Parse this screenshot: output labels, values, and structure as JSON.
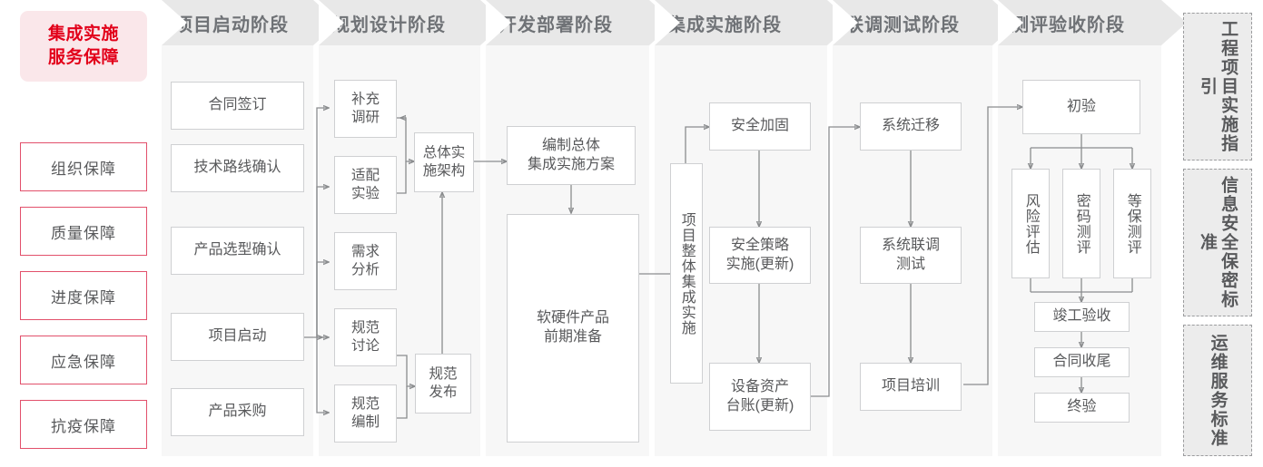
{
  "colors": {
    "accent_red": "#e2001a",
    "accent_pink_bg": "#fae7ea",
    "rail_border": "#e2506b",
    "phase_header_bg": "#e8e8e8",
    "phase_body_bg": "#f7f7f7",
    "node_border": "#cfd0d2",
    "text_gray": "#58595b",
    "connector": "#8a8c8e"
  },
  "left_rail": {
    "title": "集成实施\n服务保障",
    "title_line1": "集成实施",
    "title_line2": "服务保障",
    "items": [
      {
        "label": "组织保障"
      },
      {
        "label": "质量保障"
      },
      {
        "label": "进度保障"
      },
      {
        "label": "应急保障"
      },
      {
        "label": "抗疫保障"
      }
    ]
  },
  "phases": [
    {
      "id": "phase-1",
      "title": "项目启动阶段",
      "nodes": [
        {
          "id": "n-hetong-qianding",
          "label": "合同签订"
        },
        {
          "id": "n-jishu-luxian",
          "label": "技术路线确认"
        },
        {
          "id": "n-chanpin-xuanxing",
          "label": "产品选型确认"
        },
        {
          "id": "n-xiangmu-qidong",
          "label": "项目启动"
        },
        {
          "id": "n-chanpin-caigou",
          "label": "产品采购"
        }
      ]
    },
    {
      "id": "phase-2",
      "title": "规划设计阶段",
      "nodes": [
        {
          "id": "n-buchong-diaoyan",
          "label": "补充\n调研",
          "line1": "补充",
          "line2": "调研"
        },
        {
          "id": "n-shipei-shiyan",
          "label": "适配\n实验",
          "line1": "适配",
          "line2": "实验"
        },
        {
          "id": "n-xuqiu-fenxi",
          "label": "需求\n分析",
          "line1": "需求",
          "line2": "分析"
        },
        {
          "id": "n-guifan-taolun",
          "label": "规范\n讨论",
          "line1": "规范",
          "line2": "讨论"
        },
        {
          "id": "n-guifan-bianzhi",
          "label": "规范\n编制",
          "line1": "规范",
          "line2": "编制"
        },
        {
          "id": "n-zongti-shishi-jiagou",
          "label": "总体实\n施架构",
          "line1": "总体实",
          "line2": "施架构"
        },
        {
          "id": "n-guifan-fabu",
          "label": "规范\n发布",
          "line1": "规范",
          "line2": "发布"
        }
      ]
    },
    {
      "id": "phase-3",
      "title": "开发部署阶段",
      "nodes": [
        {
          "id": "n-bianzhi-zongti-fangan",
          "label": "编制总体\n集成实施方案",
          "line1": "编制总体",
          "line2": "集成实施方案"
        },
        {
          "id": "n-ruanyingjian-zhunbei",
          "label": "软硬件产品\n前期准备",
          "line1": "软硬件产品",
          "line2": "前期准备"
        }
      ]
    },
    {
      "id": "phase-4",
      "title": "集成实施阶段",
      "nodes": [
        {
          "id": "n-xiangmu-zhengti-jicheng",
          "label": "项目整体集成实施"
        },
        {
          "id": "n-anquan-jiagu",
          "label": "安全加固"
        },
        {
          "id": "n-anquan-celue",
          "label": "安全策略\n实施(更新)",
          "line1": "安全策略",
          "line2": "实施(更新)"
        },
        {
          "id": "n-shebei-zichan",
          "label": "设备资产\n台账(更新)",
          "line1": "设备资产",
          "line2": "台账(更新)"
        }
      ]
    },
    {
      "id": "phase-5",
      "title": "联调测试阶段",
      "nodes": [
        {
          "id": "n-xitong-qianyi",
          "label": "系统迁移"
        },
        {
          "id": "n-xitong-liandiao",
          "label": "系统联调\n测试",
          "line1": "系统联调",
          "line2": "测试"
        },
        {
          "id": "n-xiangmu-peixun",
          "label": "项目培训"
        }
      ]
    },
    {
      "id": "phase-6",
      "title": "测评验收阶段",
      "nodes": [
        {
          "id": "n-chuyan",
          "label": "初验"
        },
        {
          "id": "n-fengxian-pinggu",
          "label": "风险评估"
        },
        {
          "id": "n-mima-ceping",
          "label": "密码测评"
        },
        {
          "id": "n-dengbao-ceping",
          "label": "等保测评"
        },
        {
          "id": "n-jungong-yanshou",
          "label": "竣工验收"
        },
        {
          "id": "n-hetong-shouwei",
          "label": "合同收尾"
        },
        {
          "id": "n-zhongyan",
          "label": "终验"
        }
      ]
    }
  ],
  "standards_rail": [
    {
      "id": "std-gongcheng",
      "label": "工程项目实施指引",
      "col_right": "程目施引",
      "col_left": "工项实指"
    },
    {
      "id": "std-xinxi",
      "label": "信息安全保密标准",
      "col_right": "息全密准",
      "col_left": "信安保标"
    },
    {
      "id": "std-yunwei",
      "label": "运维服务标准",
      "col_right": "维务准",
      "col_left": "运服标"
    }
  ]
}
